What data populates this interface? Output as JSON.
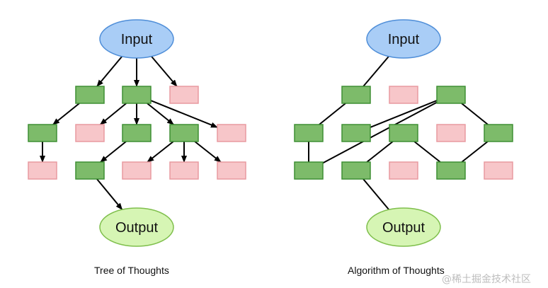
{
  "diagrams": [
    {
      "id": "tot",
      "caption": "Tree of Thoughts",
      "input_label": "Input",
      "output_label": "Output",
      "rows": [
        [
          "good",
          "good",
          "bad"
        ],
        [
          "good",
          "bad",
          "good",
          "good",
          "bad"
        ],
        [
          "bad",
          "good",
          "bad",
          "bad",
          "bad"
        ]
      ]
    },
    {
      "id": "aot",
      "caption": "Algorithm of Thoughts",
      "input_label": "Input",
      "output_label": "Output",
      "rows": [
        [
          "good",
          "bad",
          "good"
        ],
        [
          "good",
          "good",
          "good",
          "bad",
          "good"
        ],
        [
          "good",
          "good",
          "bad",
          "good",
          "bad"
        ]
      ]
    }
  ],
  "watermark": "@稀土掘金技术社区",
  "colors": {
    "good_fill": "#7dbb6a",
    "good_stroke": "#3f8f34",
    "bad_fill": "#f7c6c9",
    "bad_stroke": "#e89aa0",
    "input_fill": "#a9cdf6",
    "input_stroke": "#4f8ed8",
    "output_fill": "#d6f5b4",
    "output_stroke": "#7fbf4c",
    "edge": "#000000"
  }
}
